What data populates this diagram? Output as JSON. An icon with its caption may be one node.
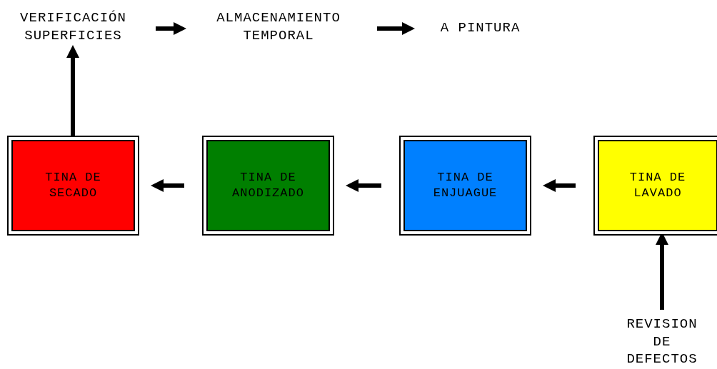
{
  "diagram": {
    "nodes": [
      {
        "text": [
          "VERIFICACIÓN SUPERFICIES"
        ]
      },
      {
        "text": [
          "ALMACENAMIENTO TEMPORAL"
        ]
      },
      {
        "text": [
          "A PINTURA"
        ]
      },
      {
        "text": [
          "TINA DE SECADO"
        ]
      },
      {
        "text": [
          "TINA DE ANODIZADO"
        ]
      },
      {
        "text": [
          "TINA DE ENJUAGUE"
        ]
      },
      {
        "text": [
          "TINA DE LAVADO"
        ]
      },
      {
        "text": [
          "REVISION DE DEFECTOS"
        ]
      }
    ],
    "edges": [
      {
        "from": 7,
        "to": 6,
        "arrow": "to"
      },
      {
        "from": 6,
        "to": 5,
        "arrow": "to"
      },
      {
        "from": 5,
        "to": 4,
        "arrow": "to"
      },
      {
        "from": 4,
        "to": 3,
        "arrow": "to"
      },
      {
        "from": 3,
        "to": 0,
        "arrow": "to"
      },
      {
        "from": 0,
        "to": 1,
        "arrow": "to"
      },
      {
        "from": 1,
        "to": 2,
        "arrow": "to"
      }
    ]
  }
}
